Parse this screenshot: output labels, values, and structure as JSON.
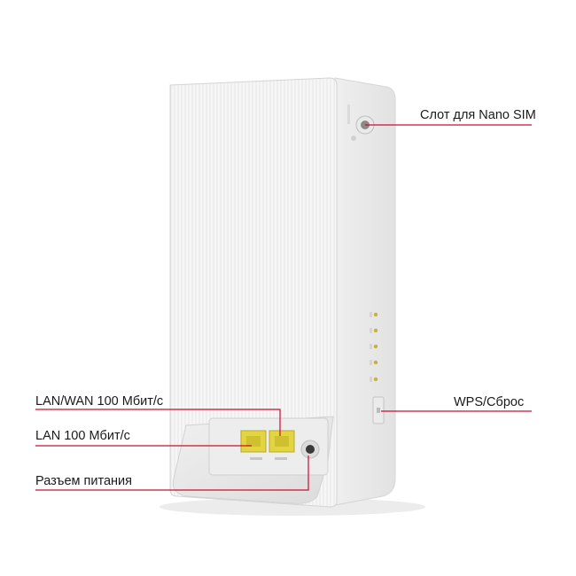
{
  "product": {
    "description_icon": "router-back-view"
  },
  "callouts": {
    "sim_slot": "Слот для Nano SIM",
    "wps_reset": "WPS/Сброс",
    "lan_wan": "LAN/WAN 100 Мбит/с",
    "lan": "LAN 100 Мбит/с",
    "power": "Разъем питания"
  },
  "colors": {
    "callout_line": "#c8102e",
    "body": "#f4f4f4",
    "port": "#e8d84a",
    "led": "#c9b23a"
  }
}
